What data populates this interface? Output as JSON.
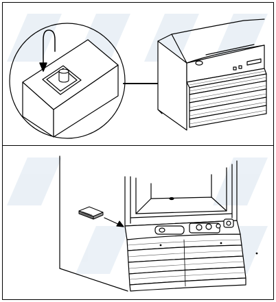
{
  "figure": {
    "panels": [
      {
        "id": "top",
        "content": "magnified-detail-of-pin-and-plug-with-arrow"
      },
      {
        "id": "bottom",
        "content": "cabinet-base-with-plug-insertion-arrow"
      }
    ],
    "colors": {
      "line": "#000000",
      "background": "#ffffff",
      "watermark": "#e6edf5",
      "hatch": "#555555"
    },
    "icons": [
      "insertion-arrow-icon",
      "plug-icon",
      "pin-icon"
    ]
  }
}
